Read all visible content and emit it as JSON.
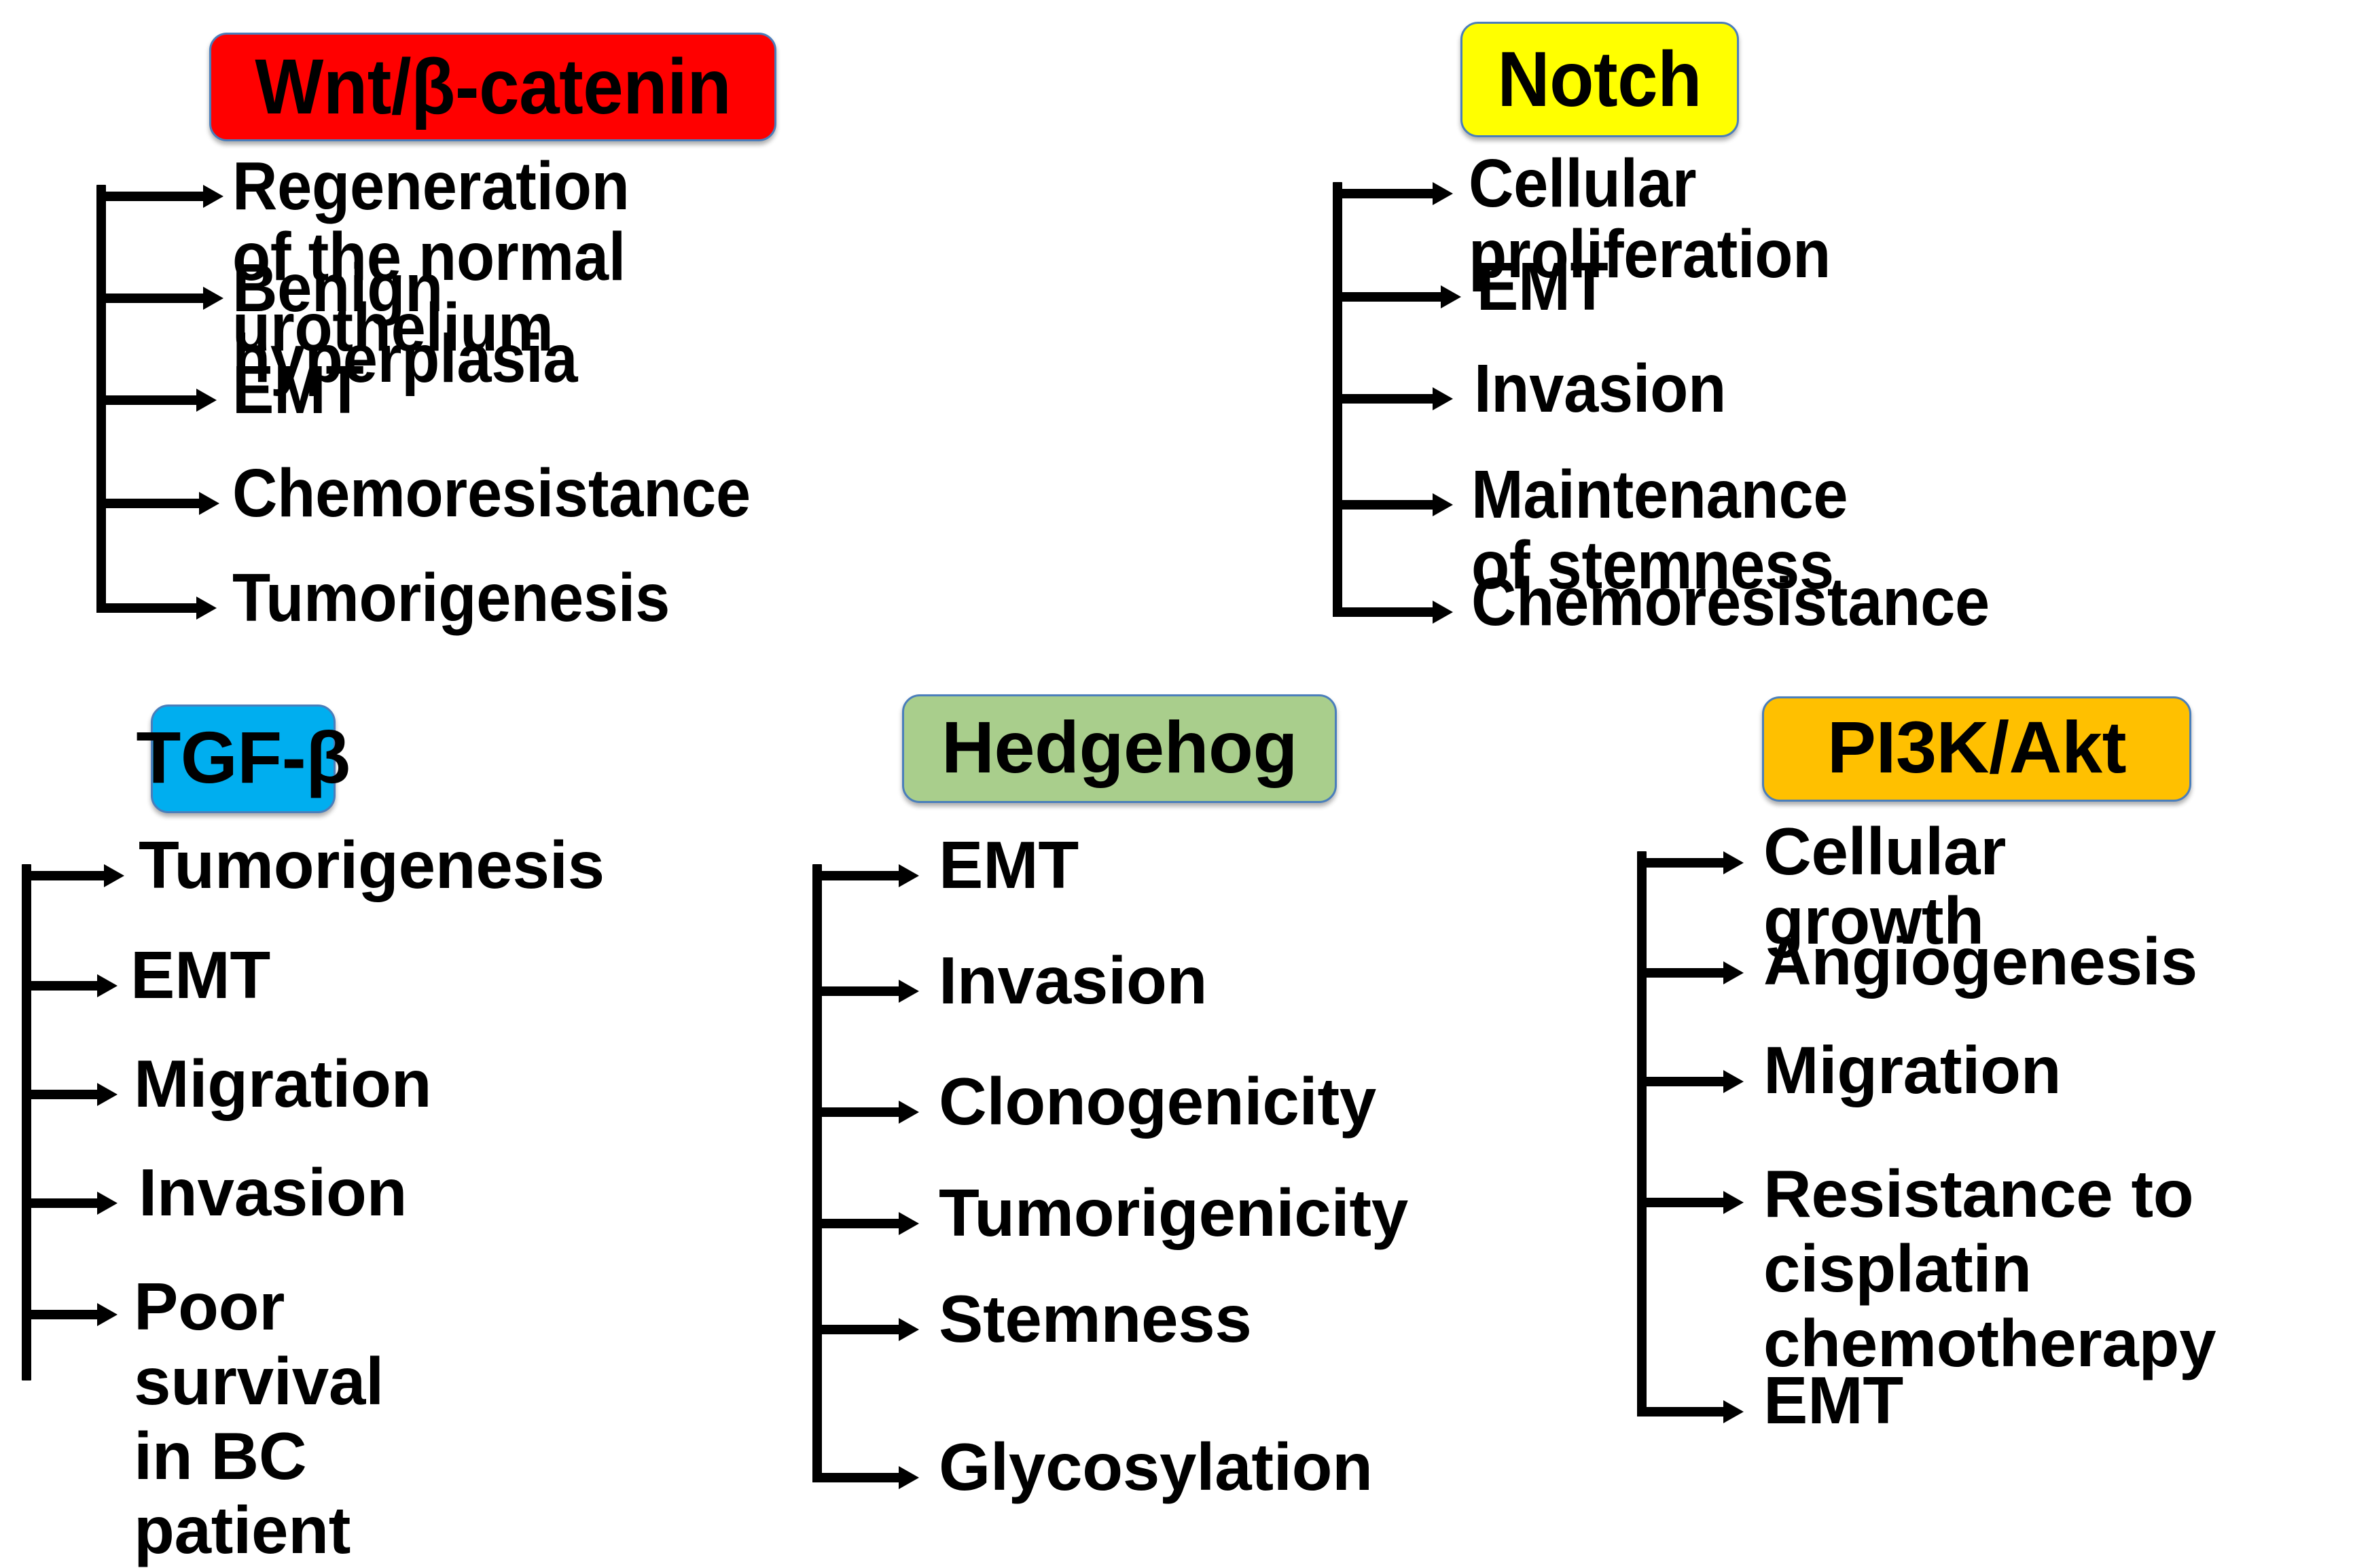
{
  "diagram": {
    "title_hidden": "",
    "background": "#FFFFFF",
    "pathways": [
      {
        "id": "wnt",
        "name": "Wnt/β-catenin",
        "pill_color": "#FF0000",
        "pill_border": "#4A7EBB",
        "text_color": "#000000",
        "outcomes": [
          "Regeneration of the normal urothelium",
          "Benign hyperplasia",
          "EMT",
          "Chemoresistance",
          "Tumorigenesis"
        ]
      },
      {
        "id": "notch",
        "name": "Notch",
        "pill_color": "#FFFF00",
        "pill_border": "#4A7EBB",
        "text_color": "#000000",
        "outcomes": [
          "Cellular proliferation",
          "EMT",
          "Invasion",
          "Maintenance of stemness",
          "Chemoresistance"
        ]
      },
      {
        "id": "tgfb",
        "name": "TGF-β",
        "pill_color": "#00AEEF",
        "pill_border": "#4A7EBB",
        "text_color": "#000000",
        "outcomes": [
          "Tumorigenesis",
          "EMT",
          "Migration",
          "Invasion",
          "Poor  survival  in  BC\npatient"
        ]
      },
      {
        "id": "hedgehog",
        "name": "Hedgehog",
        "pill_color": "#A9CE8C",
        "pill_border": "#4A7EBB",
        "text_color": "#000000",
        "outcomes": [
          "EMT",
          "Invasion",
          "Clonogenicity",
          "Tumorigenicity",
          "Stemness",
          "Glycosylation"
        ]
      },
      {
        "id": "pi3k",
        "name": "PI3K/Akt",
        "pill_color": "#FFC000",
        "pill_border": "#4A7EBB",
        "text_color": "#000000",
        "outcomes": [
          "Cellular growth",
          "Angiogenesis",
          "Migration",
          "Resistance to cisplatin\nchemotherapy",
          "EMT"
        ]
      }
    ]
  }
}
